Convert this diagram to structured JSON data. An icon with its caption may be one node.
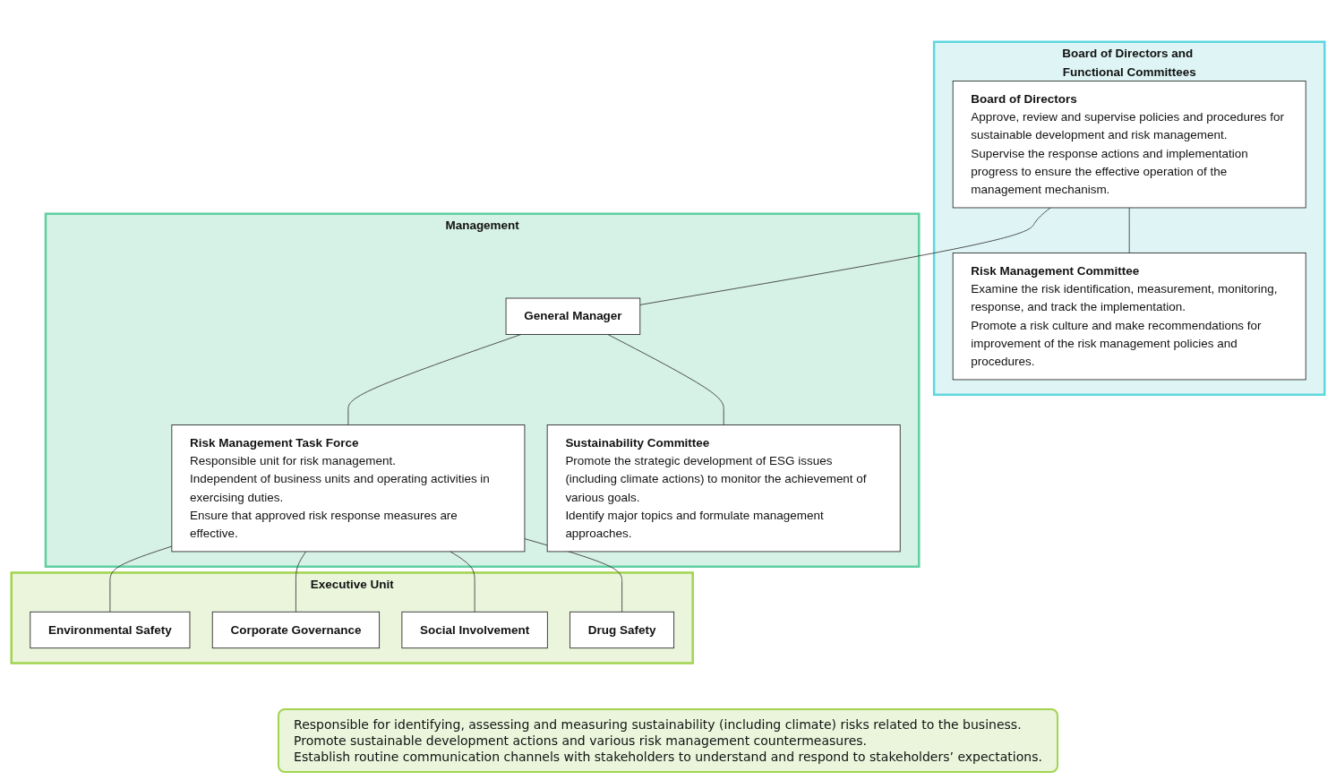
{
  "diagram": {
    "nodes": [
      {
        "text": [
          "Board of Directors and Functional Committees"
        ]
      },
      {
        "text": [
          "Board of Directors",
          "Approve, review and supervise policies and procedures for sustainable development and risk management.",
          "Supervise the response actions and implementation progress to ensure the effective operation of the management mechanism."
        ],
        "in": 0
      },
      {
        "text": [
          "Risk Management Committee",
          "Examine the risk identification, measurement, monitoring, response, and track the implementation.",
          "Promote a risk culture and make recommendations for improvement of the risk management policies and procedures."
        ],
        "in": 0
      },
      {
        "text": [
          "Management"
        ]
      },
      {
        "text": [
          "General Manager"
        ],
        "in": 3
      },
      {
        "text": [
          "Risk Management Task Force",
          "Responsible unit for risk management.",
          "Independent of business units and operating activities in exercising duties.",
          "Ensure that approved risk response measures are effective."
        ],
        "in": 3
      },
      {
        "text": [
          "Sustainability Committee",
          "Promote the strategic development of ESG issues (including climate actions) to monitor the achievement of various goals.",
          "Identify major topics and formulate management approaches."
        ],
        "in": 3
      },
      {
        "text": [
          "Executive Unit"
        ]
      },
      {
        "text": [
          "Environmental Safety"
        ],
        "in": 7
      },
      {
        "text": [
          "Corporate Governance"
        ],
        "in": 7
      },
      {
        "text": [
          "Social Involvement"
        ],
        "in": 7
      },
      {
        "text": [
          "Drug Safety"
        ],
        "in": 7
      }
    ],
    "edges": [
      {
        "from": 1,
        "to": 2,
        "arrow": "none"
      },
      {
        "from": 1,
        "to": 4,
        "arrow": "none"
      },
      {
        "from": 4,
        "to": 5,
        "arrow": "none"
      },
      {
        "from": 4,
        "to": 6,
        "arrow": "none"
      },
      {
        "from": 5,
        "to": 8,
        "arrow": "none"
      },
      {
        "from": 5,
        "to": 9,
        "arrow": "none"
      },
      {
        "from": 5,
        "to": 10,
        "arrow": "none"
      },
      {
        "from": 5,
        "to": 11,
        "arrow": "none"
      }
    ],
    "labels": [
      "Responsible for identifying, assessing and measuring sustainability (including climate) risks related to the business.",
      "Promote sustainable development actions and various risk management countermeasures.",
      "Establish routine communication channels with stakeholders to understand and respond to stakeholders’ expectations."
    ]
  }
}
